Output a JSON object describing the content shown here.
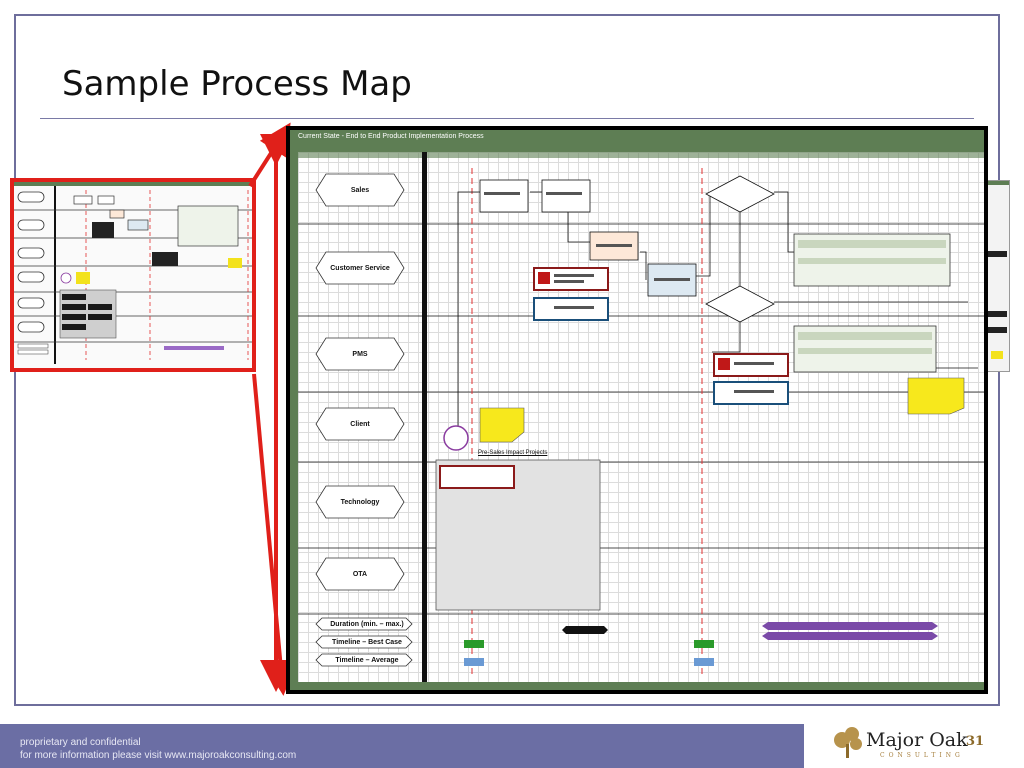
{
  "slide": {
    "title": "Sample Process Map",
    "page_number": "31"
  },
  "map": {
    "title": "Current State - End to End Product Implementation Process",
    "lanes": [
      {
        "label": "Sales"
      },
      {
        "label": "Customer Service"
      },
      {
        "label": "PMS"
      },
      {
        "label": "Client"
      },
      {
        "label": "Technology"
      },
      {
        "label": "OTA"
      }
    ],
    "bottom_rows": [
      {
        "label": "Duration (min. – max.)"
      },
      {
        "label": "Timeline – Best Case"
      },
      {
        "label": "Timeline – Average"
      }
    ],
    "group_title": "Pre-Sales Impact Projects"
  },
  "footer": {
    "line1": "proprietary and confidential",
    "line2": "for more information please visit www.majoroakconsulting.com"
  },
  "logo": {
    "name": "Major Oak",
    "sub": "CONSULTING"
  },
  "colors": {
    "frame": "#6e6e9c",
    "footer": "#6b6ea4",
    "highlight": "#e0201a",
    "map_border": "#5e7e54",
    "dashed_line": "#e03030",
    "duration_bar": "#7a4aa8"
  }
}
